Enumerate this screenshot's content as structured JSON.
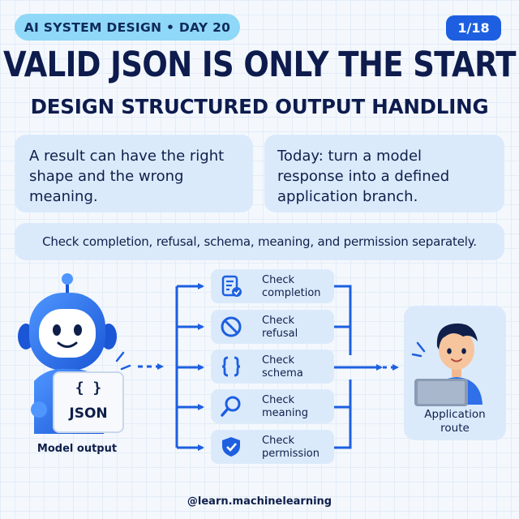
{
  "header": {
    "tag": "AI SYSTEM DESIGN • DAY 20",
    "counter": "1/18"
  },
  "title": {
    "main": "VALID JSON IS ONLY THE START",
    "sub": "DESIGN STRUCTURED OUTPUT HANDLING"
  },
  "cards": {
    "left": "A result can have the right shape and the wrong meaning.",
    "right": "Today: turn a model response into a defined application branch.",
    "wide": "Check completion, refusal, schema, meaning, and permission separately."
  },
  "model": {
    "sign_braces": "{ }",
    "sign_text": "JSON",
    "label": "Model output"
  },
  "checks": [
    {
      "line1": "Check",
      "line2": "completion",
      "icon": "checklist-icon"
    },
    {
      "line1": "Check",
      "line2": "refusal",
      "icon": "prohibited-icon"
    },
    {
      "line1": "Check",
      "line2": "schema",
      "icon": "curly-braces-icon"
    },
    {
      "line1": "Check",
      "line2": "meaning",
      "icon": "magnifier-icon"
    },
    {
      "line1": "Check",
      "line2": "permission",
      "icon": "shield-check-icon"
    }
  ],
  "route": {
    "line1": "Application",
    "line2": "route"
  },
  "footer": {
    "handle": "@learn.machinelearning"
  },
  "colors": {
    "accent_blue": "#1d5fe0",
    "tag_cyan": "#8fd8f7",
    "card_bg": "#dbeafb",
    "text_navy": "#0d1b4d"
  }
}
